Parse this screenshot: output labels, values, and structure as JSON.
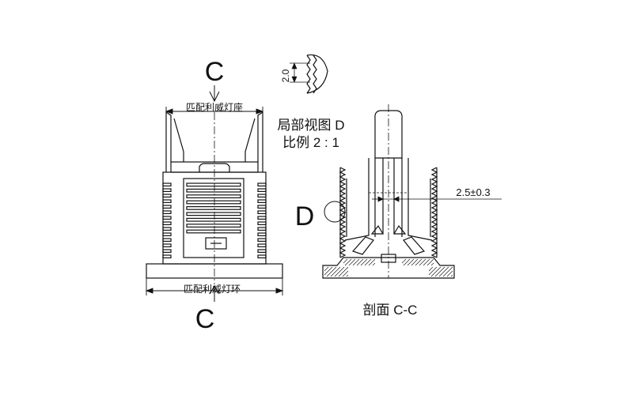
{
  "section_marks": {
    "top": "C",
    "bottom": "C"
  },
  "labels": {
    "lamp_holder_fit": "匹配利威灯座",
    "lamp_ring_fit": "匹配利威灯环",
    "detail_view_title": "局部视图 D",
    "detail_view_scale": "比例 2 : 1",
    "detail_marker": "D",
    "section_title": "剖面 C-C"
  },
  "dimensions": {
    "detail_pitch": "2.0",
    "section_gap": "2.5±0.3"
  }
}
